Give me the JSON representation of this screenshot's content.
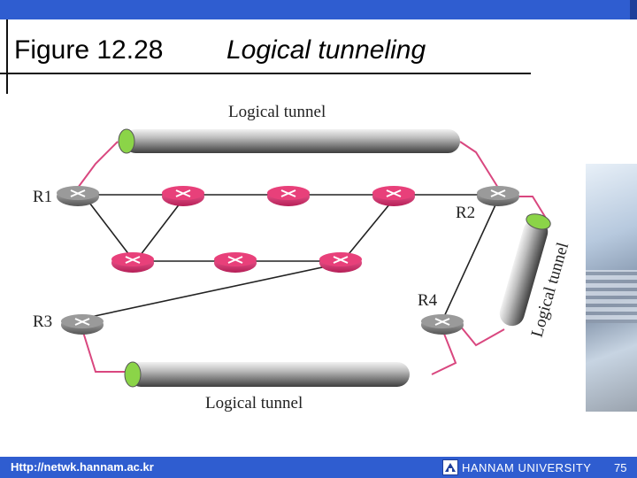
{
  "header": {
    "figure": "Figure 12.28",
    "subtitle": "Logical tunneling"
  },
  "diagram": {
    "tunnel_top": "Logical tunnel",
    "tunnel_bottom": "Logical tunnel",
    "tunnel_right": "Logical tunnel",
    "r1": "R1",
    "r2": "R2",
    "r3": "R3",
    "r4": "R4"
  },
  "footer": {
    "url": "Http://netwk.hannam.ac.kr",
    "university": "HANNAM  UNIVERSITY",
    "page": "75"
  },
  "colors": {
    "bar": "#2f5dd0",
    "router_pink": "#e8407a",
    "router_gray": "#8a8a8a",
    "link_pink": "#d9477f"
  }
}
